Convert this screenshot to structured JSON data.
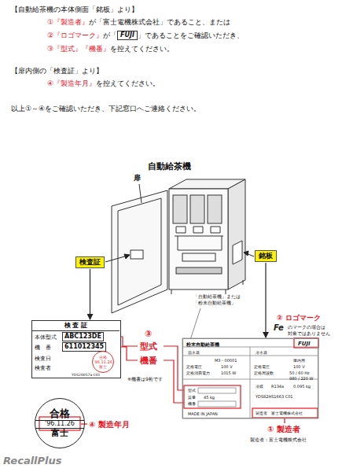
{
  "diagram": {
    "title": "自動給茶機",
    "nodes": [
      {
        "text": [
          "検査証"
        ]
      },
      {
        "text": [
          "銘板"
        ]
      },
      {
        "text": [
          "検 査 証",
          "本体型式",
          "機　番",
          "検査日",
          "検査者",
          "YDS20057a C01"
        ]
      },
      {
        "text": [
          "ABC123DE"
        ],
        "in": 2
      },
      {
        "text": [
          "611012345"
        ],
        "in": 2
      },
      {
        "text": [
          "合格",
          "'96.11.26",
          "富士"
        ],
        "in": 2
      },
      {
        "text": [
          "合格",
          "'96.11.26",
          "富士"
        ]
      },
      {
        "text": [
          "粉末自動給茶機",
          "FUJI",
          "温水器",
          "冷水器",
          "M3 - 00001",
          "定格電圧",
          "100 V",
          "定格消費電力",
          "1015 W",
          "庫内用",
          "定格電圧",
          "100 V",
          "定格周波数",
          "50 / 60 Hz",
          "980 / 220 W",
          "型式",
          "質量",
          "45 kg",
          "機番",
          "MADE IN JAPAN",
          "冷媒",
          "R134a",
          "0.095 kg",
          "YDS82HS1663 C01",
          "製造者",
          "富士電機株式会社"
        ]
      }
    ],
    "edges": [
      {
        "from": 0,
        "to": 2,
        "arrow": "to"
      },
      {
        "from": 1,
        "to": 7,
        "arrow": "to"
      }
    ],
    "labels": [
      "【自動給茶機の本体側面「銘板」より】",
      "①『製造者』",
      "が「富士電機株式会社」であること、または",
      "②『ロゴマーク』",
      "が「",
      "FUJI",
      "」であることをご確認いただき、",
      "③『型式』『機番』",
      "を控えてください。",
      "【扉内側の「検査証」より】",
      "④『製造年月』",
      "を控えてください。",
      "以上①～④をご確認いただき、下記窓口へご連絡ください。",
      "扉",
      "「自動給茶機」または",
      "「粉末自動給茶機」",
      "② ロゴマーク",
      "Fe",
      "のマークの場合は",
      "対象ではありません",
      "③",
      "型式",
      "機番",
      "※機番は9桁です",
      "④ 製造年月",
      "① 製造者",
      "製造者：富士電機株式会社",
      "RecallPlus"
    ]
  }
}
